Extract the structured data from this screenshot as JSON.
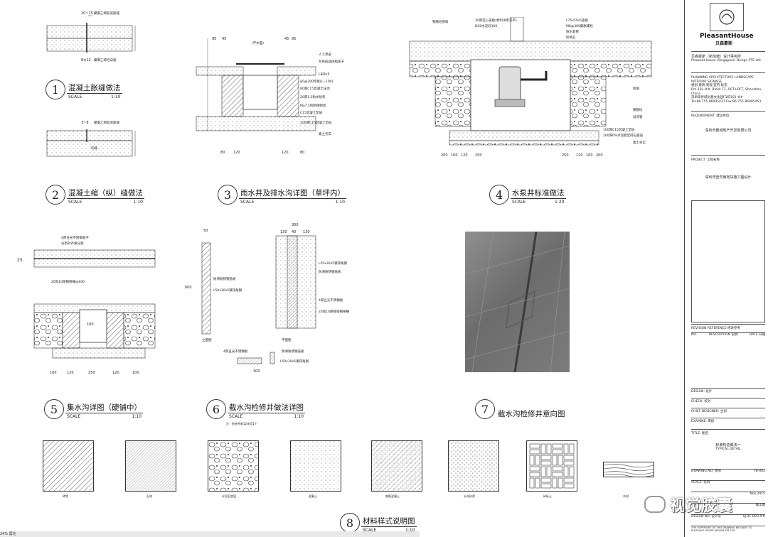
{
  "title_block": {
    "logo_text": "PleasantHouse",
    "logo_cn": "贝森豪斯",
    "firm_cn": "贝森豪斯（新加坡）设计事务所",
    "firm_en": "Pleasant House (Singapore) Design PTE.Ltd.",
    "services": "PLANNING ARCHITECTURE LANDSCAPE INTERIOR SIGNAGE",
    "services_cn": "规划 建筑 景观 室内 标志",
    "address_1": "Rm.101-##, Block F1, OCT-LOFT, Shenzhen, China",
    "address_2": "深圳华侨城创意文化园F1栋101-##",
    "contact": "Tel:86.755.86095437 Fax:86.755.86095453",
    "requirement_label": "REQUIREMENT: 建设单位",
    "client": "深圳市鹏城地产开发有限公司",
    "project_label": "PROJECT: 工程名称",
    "project": "深圳湾壹号南地块施工图设计",
    "revision_label": "REVISION REFERENCE  修改参考",
    "rev_cols": [
      "NO.",
      "DESCRIPTION 说明",
      "DATE 日期"
    ],
    "design_label": "DESIGN: 设计",
    "check_label": "CHECK: 校对",
    "chief_label": "CHIEF DESIGNER: 主创",
    "examine_label": "EXAMINE: 审核",
    "title_label": "TITLE: 图名",
    "drawing_title_cn": "标准构造做法一",
    "drawing_title_en": "TYPICAL DETAIL",
    "drawing_no_label": "DRAWING NO: 图号",
    "drawing_no": "YB-002",
    "scale_label": "SCALE: 比例",
    "scale_value": "—",
    "date_value": "Nov.2015",
    "phase_value": "施工图",
    "design_no_label": "DESIGN NO: 设计号",
    "design_no": "SJ-01-D03-##",
    "footer": "THE COPYRIGHT OF THIS DRAWING BELONGS TO PLEASANT HOUSE DESIGN PTE.LTD."
  },
  "details": [
    {
      "num": "1",
      "title": "混凝土胀缝做法",
      "scale_label": "SCALE",
      "scale": "1:10"
    },
    {
      "num": "2",
      "title": "混凝土缩（纵）缝做法",
      "scale_label": "SCALE",
      "scale": "1:10"
    },
    {
      "num": "3",
      "title": "雨水井及排水沟详图（草坪内）",
      "scale_label": "SCALE",
      "scale": "1:10"
    },
    {
      "num": "4",
      "title": "水泵井标准做法",
      "scale_label": "SCALE",
      "scale": "1:20"
    },
    {
      "num": "5",
      "title": "集水沟详图（硬铺中）",
      "scale_label": "SCALE",
      "scale": "1:10"
    },
    {
      "num": "6",
      "title": "截水沟检修井做法详图",
      "scale_label": "SCALE",
      "scale": "1:10"
    },
    {
      "num": "7",
      "title": "截水沟检修井意向图",
      "scale_label": "",
      "scale": ""
    },
    {
      "num": "8",
      "title": "材料样式说明图",
      "scale_label": "SCALE",
      "scale": "1:10"
    }
  ],
  "notes": {
    "d1_top": "聚氯乙烯胶泥嵌缝",
    "d1_bot": "聚苯乙烯泡沫板",
    "d1_dim_top": "10~15",
    "d1_dim_bot": "8±12",
    "d2_top": "聚氯乙烯胶泥嵌缝",
    "d2_bot": "切缝",
    "d2_dim": "3~8",
    "d3_labels": [
      "人工草皮",
      "灰色成品树脂盖子",
      "L40x3",
      "φ5@300焊接(L=100)",
      "80厚C15混凝土压顶",
      "20厚1:2防水砂浆",
      "Mu7.5机制砖砌筑",
      "C15混凝土垫层",
      "100厚C15混凝土垫层",
      "素土夯实"
    ],
    "d3_dims_top": [
      "95",
      "45",
      "45",
      "95"
    ],
    "d3_dims_bot": [
      "80",
      "120",
      "120",
      "80"
    ],
    "d3_mid": "(平水面)",
    "d4_labels_top": [
      "钢筋砼底板",
      "30厚空心盖板(材料详参见平)",
      "D20水泥砂100",
      "L75x50x5盖板",
      "M8@300膨胀螺栓",
      "防水套管",
      "检修孔"
    ],
    "d4_labels_right": [
      "回填",
      "钢筋砼",
      "溢流管",
      "100厚C15混凝土垫层",
      "200厚6%水泥稳定碎石基层",
      "素土夯实"
    ],
    "d4_dims": [
      "200",
      "100",
      "120",
      "250",
      "250",
      "120",
      "100",
      "200"
    ],
    "d5_labels": [
      "4厚豆光不锈钢盖子",
      "分割对齐收分割",
      "20宽10厚钢格栅@600"
    ],
    "d5_dims": [
      "100",
      "120",
      "250",
      "120",
      "100"
    ],
    "d5_mid": "160",
    "d6_labels": [
      "防滑防锈钢盖板",
      "L50x30x5镀锌角钢",
      "4厚豆光不锈钢板",
      "20宽10厚镀锌钢格栅"
    ],
    "d6_dims": [
      "50",
      "300",
      "130",
      "40",
      "130",
      "600"
    ],
    "d6_views": [
      "立面图",
      "平面图"
    ],
    "d6_note": "注：检修井每12米设1个",
    "d6_bot_dim": "300",
    "side_mark": "25"
  },
  "materials": [
    {
      "name": "砖墙",
      "pattern": "hatch45"
    },
    {
      "name": "石材",
      "pattern": "hatch45-fine"
    },
    {
      "name": "水泥石垫层",
      "pattern": "rubble"
    },
    {
      "name": "混凝土",
      "pattern": "concrete"
    },
    {
      "name": "钢筋混凝土",
      "pattern": "rc"
    },
    {
      "name": "水泥砂浆",
      "pattern": "mortar"
    },
    {
      "name": "碎砾土",
      "pattern": "weave"
    },
    {
      "name": "木材",
      "pattern": "wood"
    }
  ],
  "watermark": "视觉胶囊",
  "status_text": "24% 屏光"
}
